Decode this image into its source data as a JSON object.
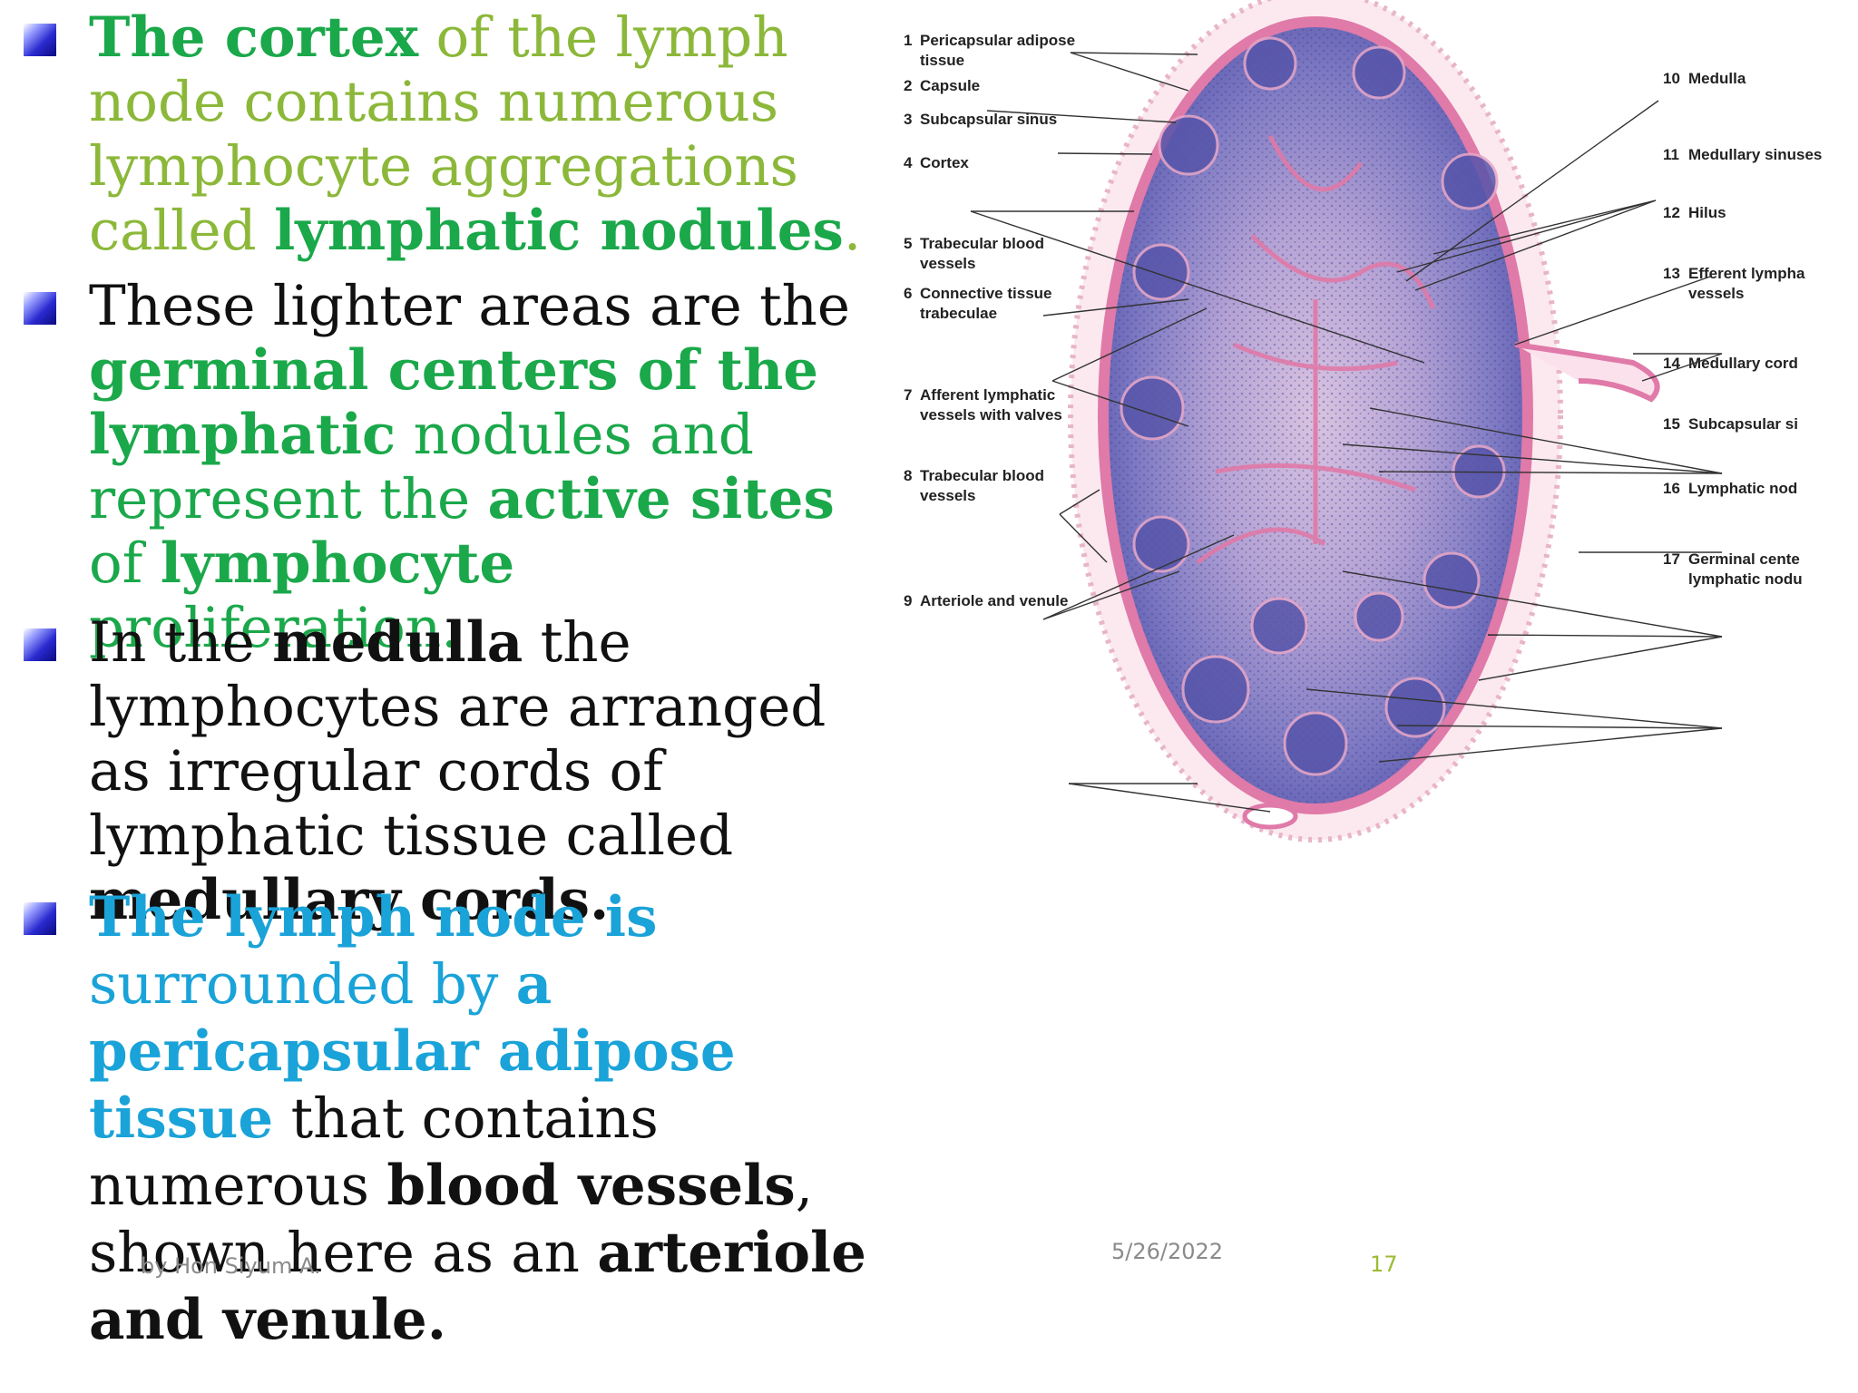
{
  "bullets": [
    {
      "segments": [
        {
          "text": "The cortex",
          "bold": true,
          "color": "#1aa84a"
        },
        {
          "text": " of the lymph node contains numerous lymphocyte aggregations called ",
          "bold": false,
          "color": "#8cb83a"
        },
        {
          "text": "lymphatic nodules",
          "bold": true,
          "color": "#1aa84a"
        },
        {
          "text": ".",
          "bold": false,
          "color": "#8cb83a"
        }
      ]
    },
    {
      "segments": [
        {
          "text": "These lighter areas are the ",
          "bold": false,
          "color": "#111111"
        },
        {
          "text": "germinal centers of the lymphatic",
          "bold": true,
          "color": "#1aa84a"
        },
        {
          "text": " nodules and represent the ",
          "bold": false,
          "color": "#1aa84a"
        },
        {
          "text": "active sites",
          "bold": true,
          "color": "#1aa84a"
        },
        {
          "text": " of ",
          "bold": false,
          "color": "#1aa84a"
        },
        {
          "text": "lymphocyte",
          "bold": true,
          "color": "#1aa84a"
        },
        {
          "text": " proliferation.",
          "bold": false,
          "color": "#1aa84a"
        }
      ]
    },
    {
      "segments": [
        {
          "text": "In the ",
          "bold": false,
          "color": "#111111"
        },
        {
          "text": "medulla",
          "bold": true,
          "color": "#111111"
        },
        {
          "text": " the lymphocytes are arranged as irregular cords of lymphatic tissue called ",
          "bold": false,
          "color": "#111111"
        },
        {
          "text": "medullary cords.",
          "bold": true,
          "color": "#111111"
        }
      ]
    },
    {
      "segments": [
        {
          "text": "The lymph node is",
          "bold": true,
          "color": "#1aa3d8"
        },
        {
          "text": " surrounded by ",
          "bold": false,
          "color": "#1aa3d8"
        },
        {
          "text": "a pericapsular adipose tissue",
          "bold": true,
          "color": "#1aa3d8"
        },
        {
          "text": " that contains numerous ",
          "bold": false,
          "color": "#111111"
        },
        {
          "text": "blood vessels",
          "bold": true,
          "color": "#111111"
        },
        {
          "text": ", shown here as an ",
          "bold": false,
          "color": "#111111"
        },
        {
          "text": "arteriole and venule.",
          "bold": true,
          "color": "#111111"
        }
      ]
    }
  ],
  "figure": {
    "left_labels": [
      {
        "num": "1",
        "lines": [
          "Pericapsular adipose",
          "tissue"
        ]
      },
      {
        "num": "2",
        "lines": [
          "Capsule"
        ]
      },
      {
        "num": "3",
        "lines": [
          "Subcapsular sinus"
        ]
      },
      {
        "num": "4",
        "lines": [
          "Cortex"
        ]
      },
      {
        "num": "5",
        "lines": [
          "Trabecular blood",
          "vessels"
        ]
      },
      {
        "num": "6",
        "lines": [
          "Connective tissue",
          "trabeculae"
        ]
      },
      {
        "num": "7",
        "lines": [
          "Afferent lymphatic",
          "vessels with valves"
        ]
      },
      {
        "num": "8",
        "lines": [
          "Trabecular blood",
          "vessels"
        ]
      },
      {
        "num": "9",
        "lines": [
          "Arteriole and venule"
        ]
      }
    ],
    "right_labels": [
      {
        "num": "10",
        "lines": [
          "Medulla"
        ]
      },
      {
        "num": "11",
        "lines": [
          "Medullary sinuses"
        ]
      },
      {
        "num": "12",
        "lines": [
          "Hilus"
        ]
      },
      {
        "num": "13",
        "lines": [
          "Efferent lympha",
          "vessels"
        ]
      },
      {
        "num": "14",
        "lines": [
          "Medullary cord"
        ]
      },
      {
        "num": "15",
        "lines": [
          "Subcapsular si"
        ]
      },
      {
        "num": "16",
        "lines": [
          "Lymphatic nod"
        ]
      },
      {
        "num": "17",
        "lines": [
          "Germinal cente",
          "lymphatic nodu"
        ]
      }
    ]
  },
  "footer": {
    "author": "by Hon Siyum A.",
    "date": "5/26/2022",
    "page": "17"
  },
  "colors": {
    "marker": "#2a2ad0",
    "tissue_pink": "#e07aa8",
    "tissue_purple": "#6a68b8"
  }
}
